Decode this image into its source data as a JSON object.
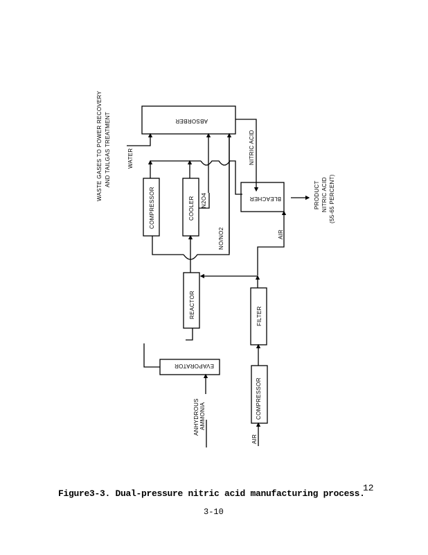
{
  "figure": {
    "caption": "Figure3-3. Dual-pressure nitric acid manufacturing process.",
    "reference_superscript": "12",
    "page_number": "3-10"
  },
  "units": {
    "absorber": "ABSORBER",
    "compressor_top": "COMPRESSOR",
    "cooler": "COOLER",
    "bleacher": "BLEACHER",
    "reactor": "REACTOR",
    "filter": "FILTER",
    "evaporator": "EVAPORATOR",
    "compressor_bottom": "COMPRESSOR"
  },
  "streams": {
    "waste_gases_line1": "WASTE GASES TO POWER RECOVERY",
    "waste_gases_line2": "AND TAILGAS TREATMENT",
    "water": "WATER",
    "nitric_acid": "NITRIC ACID",
    "n2o4": "N2O4",
    "no_no2": "NO/NO2",
    "air_bleacher": "AIR",
    "product_line1": "PRODUCT",
    "product_line2": "NITRIC ACID",
    "product_line3": "(55-65 PERCENT)",
    "anhydrous_ammonia_line1": "ANHYDROUS",
    "anhydrous_ammonia_line2": "AMMONIA",
    "air_feed": "AIR"
  }
}
